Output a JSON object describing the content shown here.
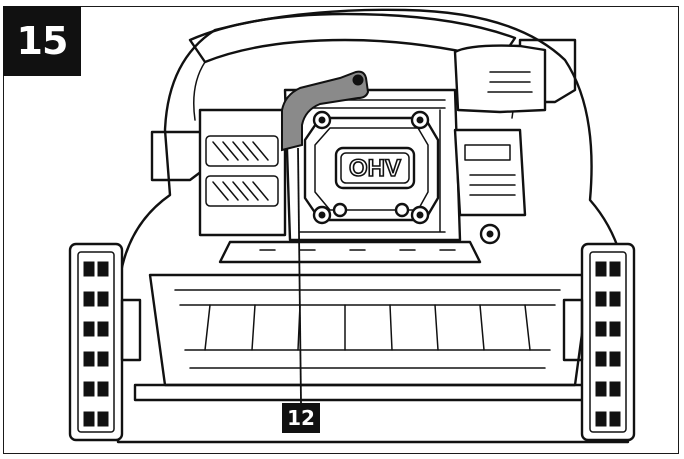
{
  "figure": {
    "number": "15"
  },
  "callouts": [
    {
      "label": "12"
    }
  ],
  "engine_badge": "OHV"
}
